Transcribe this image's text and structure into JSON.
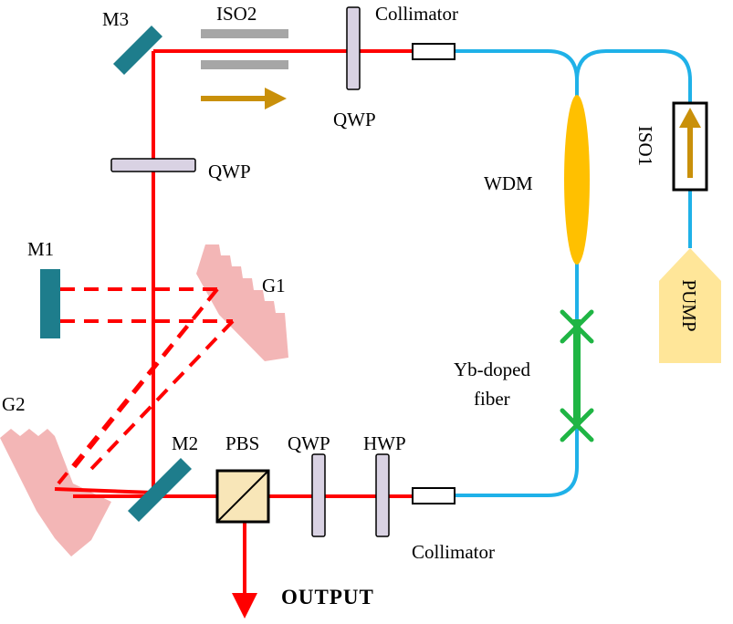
{
  "colors": {
    "laser": "#ff0000",
    "fiber": "#1fb1e8",
    "doped_fiber": "#1fb544",
    "wdm": "#ffc000",
    "isolator_arrow": "#c9900a",
    "mirror": "#1e7d8c",
    "grating": "#f3b6b6",
    "waveplate": "#d9d2e3",
    "pump": "#ffe699"
  },
  "labels": {
    "m1": "M1",
    "m2": "M2",
    "m3": "M3",
    "g1": "G1",
    "g2": "G2",
    "iso2": "ISO2",
    "iso1": "ISO1",
    "collimator_top": "Collimator",
    "collimator_bottom": "Collimator",
    "qwp_top": "QWP",
    "qwp_left": "QWP",
    "qwp_bottom": "QWP",
    "hwp": "HWP",
    "pbs": "PBS",
    "wdm": "WDM",
    "pump": "PUMP",
    "fiber_line1": "Yb-doped",
    "fiber_line2": "fiber",
    "output": "OUTPUT"
  }
}
